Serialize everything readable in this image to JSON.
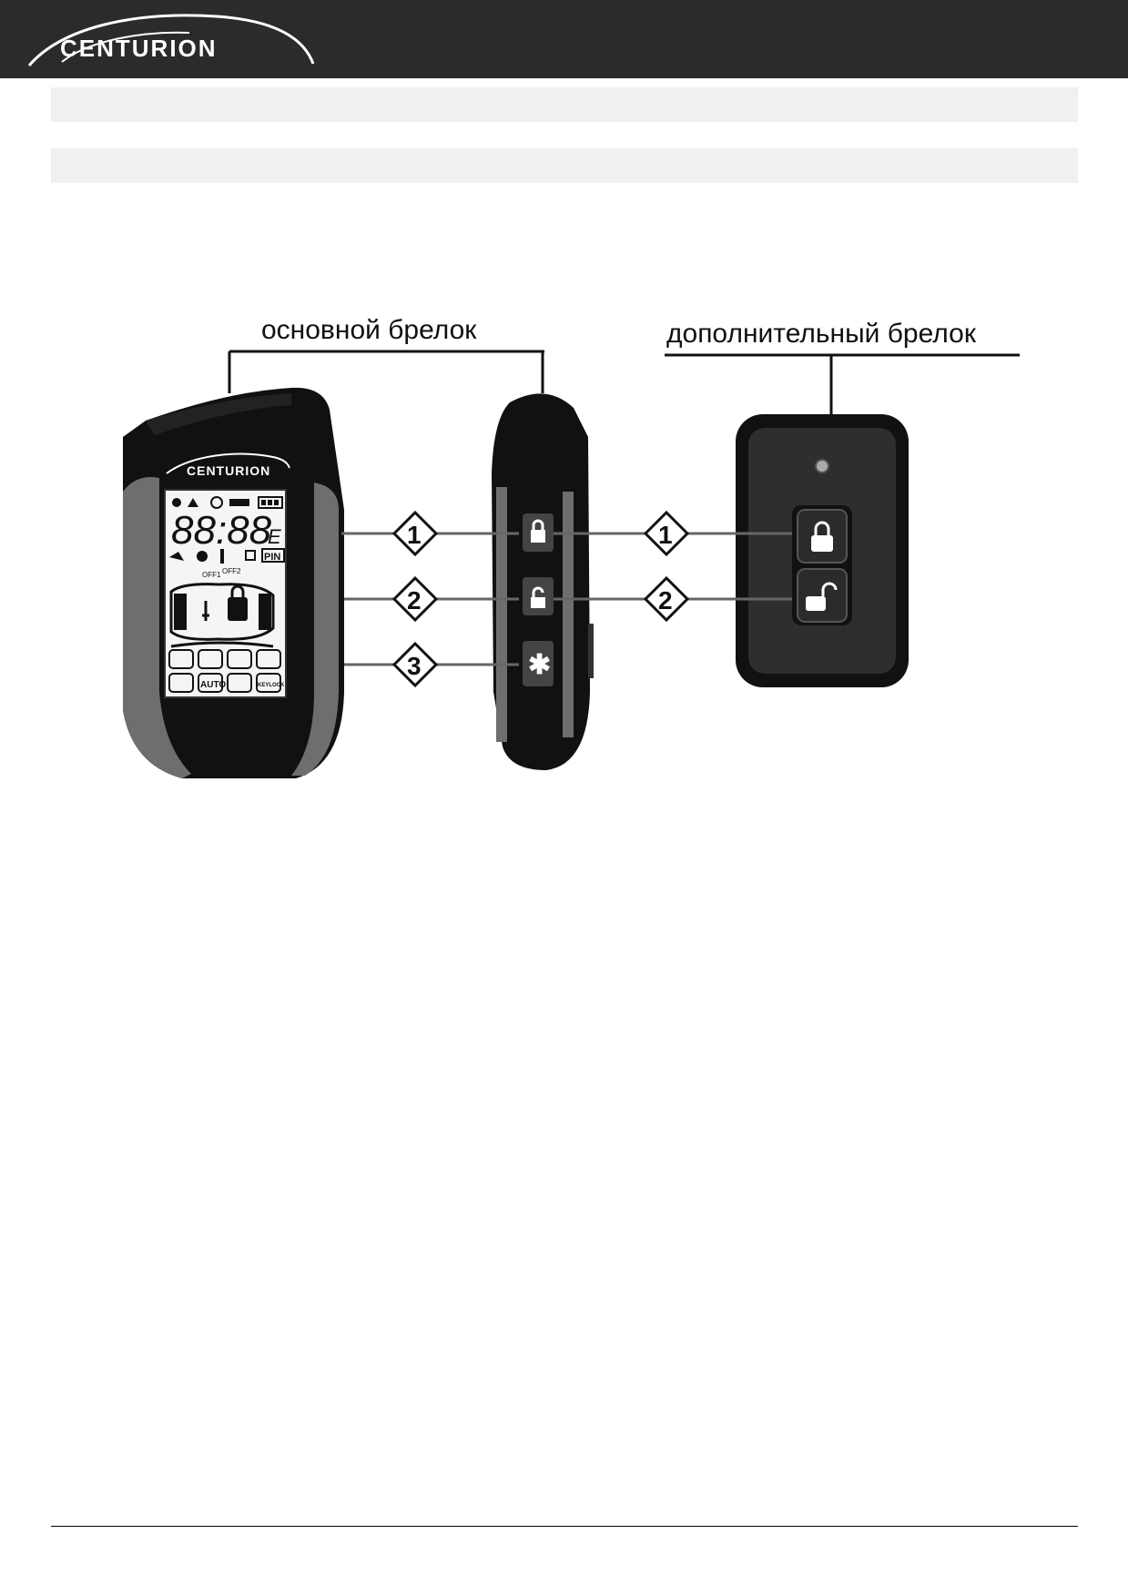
{
  "header": {
    "logo_text": "CENTURION"
  },
  "figure": {
    "label_main": "основной брелок",
    "label_extra": "дополнительный брелок",
    "device_logo_text": "CENTURION",
    "lcd": {
      "digits": "88:88",
      "digits_suffix": "E",
      "pin_label": "PIN",
      "off1_label": "OFF1",
      "off2_label": "OFF2",
      "auto_label": "AUTO",
      "keylock_label": "KEYLOCK"
    },
    "callouts": [
      {
        "number": "1"
      },
      {
        "number": "2"
      },
      {
        "number": "3"
      }
    ],
    "extra_callouts": [
      {
        "number": "1"
      },
      {
        "number": "2"
      }
    ]
  },
  "colors": {
    "header_bg": "#2b2b2b",
    "fob_black": "#111111",
    "fob_grey": "#6e6e6e",
    "lcd_bg": "#f4f6f4"
  }
}
